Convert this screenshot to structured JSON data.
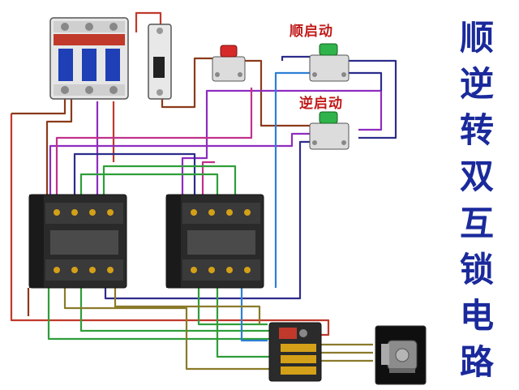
{
  "labels": {
    "forward_start": "顺启动",
    "reverse_start": "逆启动"
  },
  "title_chars": [
    "顺",
    "逆",
    "转",
    "双",
    "互",
    "锁",
    "电",
    "路"
  ],
  "colors": {
    "title": "#1a2a9c",
    "label": "#c01818",
    "wire_red": "#c0392b",
    "wire_brown": "#8b3a1a",
    "wire_purple": "#8e2dbf",
    "wire_navy": "#2c2c8c",
    "wire_green": "#2f9e3a",
    "wire_blue": "#2d7fd6",
    "wire_olive": "#8a7a2a",
    "wire_magenta": "#c0328c"
  },
  "components": {
    "breaker": "three-pole circuit breaker",
    "fuse": "single-pole breaker",
    "stop_button": "stop button (red)",
    "forward_button": "forward start button (green)",
    "reverse_button": "reverse start button (green)",
    "contactor_1": "forward contactor",
    "contactor_2": "reverse contactor",
    "thermal_relay": "thermal overload relay",
    "motor": "three-phase motor"
  }
}
